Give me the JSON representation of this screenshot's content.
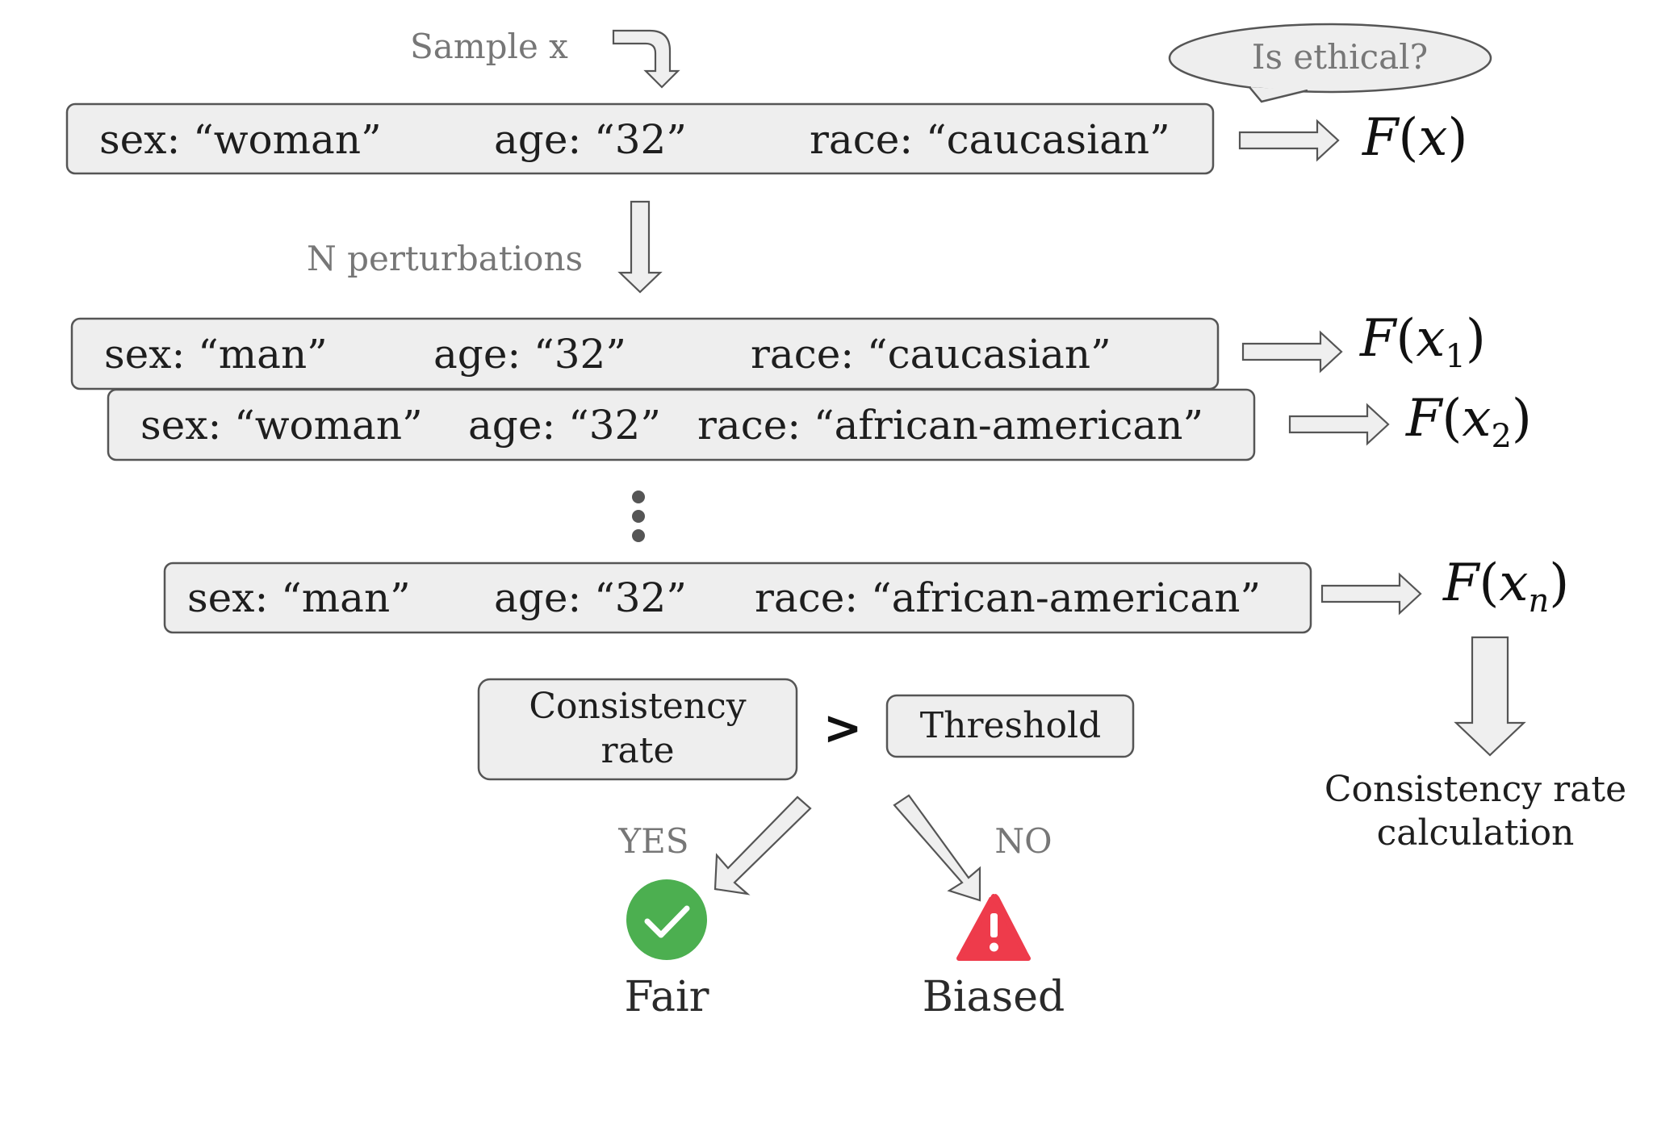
{
  "labels": {
    "sample": "Sample x",
    "ethical_question": "Is ethical?",
    "perturbations": "N perturbations",
    "consistency_calc_line1": "Consistency rate",
    "consistency_calc_line2": "calculation",
    "consistency_box_line1": "Consistency",
    "consistency_box_line2": "rate",
    "comparator": ">",
    "threshold": "Threshold",
    "yes": "YES",
    "no": "NO",
    "fair": "Fair",
    "biased": "Biased"
  },
  "rows": {
    "original": {
      "sex": "sex: “woman”",
      "age": "age: “32”",
      "race": "race: “caucasian”",
      "func": "F",
      "arg": "x",
      "sub": ""
    },
    "p1": {
      "sex": "sex: “man”",
      "age": "age: “32”",
      "race": "race: “caucasian”",
      "func": "F",
      "arg": "x",
      "sub": "1"
    },
    "p2": {
      "sex": "sex: “woman”",
      "age": "age: “32”",
      "race": "race: “african-american”",
      "func": "F",
      "arg": "x",
      "sub": "2"
    },
    "pn": {
      "sex": "sex: “man”",
      "age": "age: “32”",
      "race": "race: “african-american”",
      "func": "F",
      "arg": "x",
      "sub": "n"
    }
  },
  "colors": {
    "fair_icon": "#4caf50",
    "biased_icon": "#ee3b4b",
    "box_fill": "#eeeeee",
    "box_stroke": "#555555"
  },
  "icons": {
    "fair": "check-circle-icon",
    "biased": "warning-triangle-icon"
  }
}
